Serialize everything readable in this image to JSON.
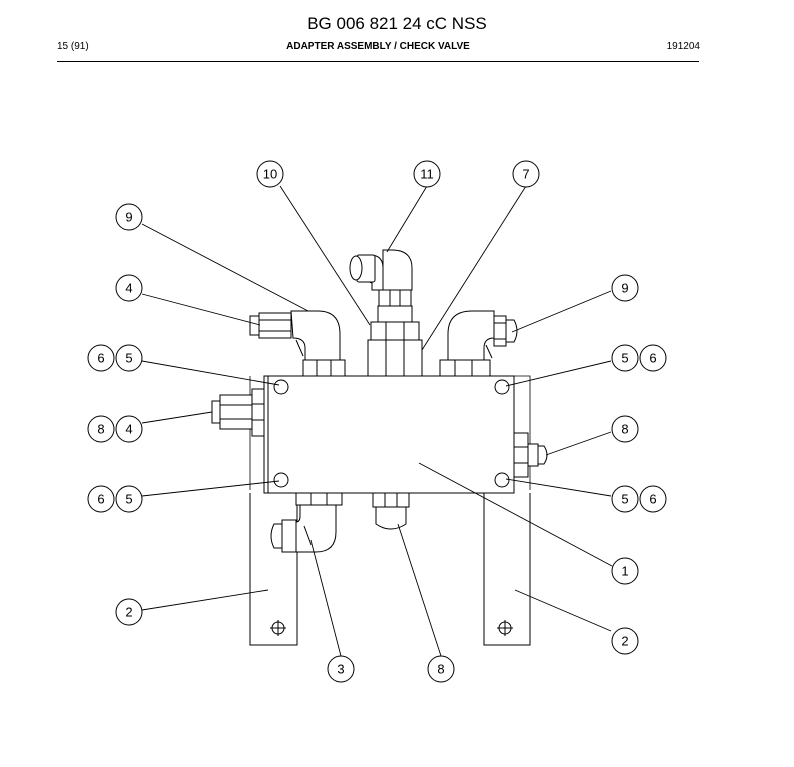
{
  "header": {
    "doc_number": "BG 006 821 24 cC NSS",
    "page": "15 (91)",
    "section_title": "ADAPTER ASSEMBLY / CHECK VALVE",
    "date_code": "191204"
  },
  "callouts": {
    "c1": "1",
    "c2l": "2",
    "c2r": "2",
    "c3": "3",
    "c4t": "4",
    "c4m": "4",
    "c5a": "5",
    "c5b": "5",
    "c5c": "5",
    "c5d": "5",
    "c6a": "6",
    "c6b": "6",
    "c6c": "6",
    "c6d": "6",
    "c7": "7",
    "c8l": "8",
    "c8r": "8",
    "c8b": "8",
    "c9l": "9",
    "c9r": "9",
    "c10": "10",
    "c11": "11"
  }
}
